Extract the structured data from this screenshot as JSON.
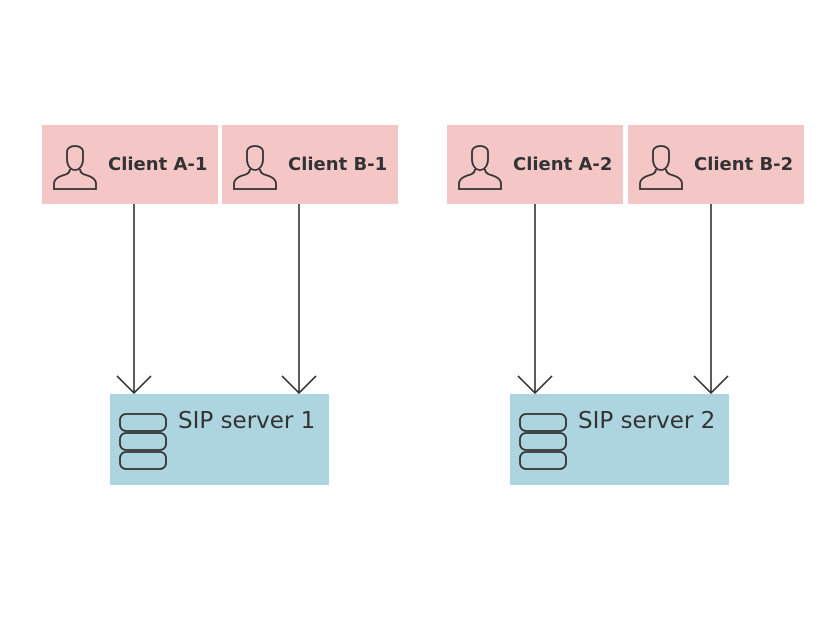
{
  "clients": [
    {
      "label": "Client A-1",
      "icon": "user-icon"
    },
    {
      "label": "Client B-1",
      "icon": "user-icon"
    },
    {
      "label": "Client A-2",
      "icon": "user-icon"
    },
    {
      "label": "Client B-2",
      "icon": "user-icon"
    }
  ],
  "servers": [
    {
      "label": "SIP server 1",
      "icon": "database-server-icon"
    },
    {
      "label": "SIP server 2",
      "icon": "database-server-icon"
    }
  ],
  "connections": [
    {
      "from": "Client A-1",
      "to": "SIP server 1"
    },
    {
      "from": "Client B-1",
      "to": "SIP server 1"
    },
    {
      "from": "Client A-2",
      "to": "SIP server 2"
    },
    {
      "from": "Client B-2",
      "to": "SIP server 2"
    }
  ],
  "colors": {
    "client_fill": "#f4c7c6",
    "server_fill": "#add5e0",
    "stroke": "#333333"
  }
}
